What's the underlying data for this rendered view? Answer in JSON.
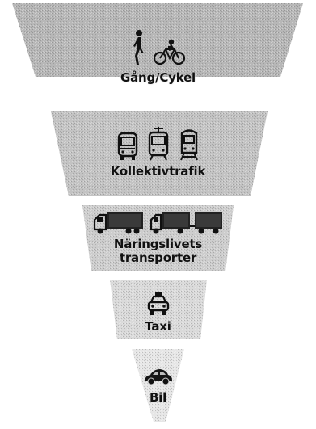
{
  "pyramid": {
    "tiers": [
      {
        "label": "Gång/Cykel",
        "icons": [
          "pedestrian-icon",
          "bicycle-icon"
        ]
      },
      {
        "label": "Kollektivtrafik",
        "icons": [
          "bus-icon",
          "tram-icon",
          "train-icon"
        ]
      },
      {
        "label": "Näringslivets\ntransporter",
        "icons": [
          "truck-icon",
          "truck-trailer-icon"
        ]
      },
      {
        "label": "Taxi",
        "icons": [
          "taxi-icon"
        ]
      },
      {
        "label": "Bil",
        "icons": [
          "car-icon"
        ]
      }
    ],
    "colors": {
      "tier_1": "#b7b7b7",
      "tier_2": "#c3c3c3",
      "tier_3": "#cdcdcd",
      "tier_4": "#dadada",
      "tier_5": "#e6e6e6",
      "icon": "#111111"
    }
  }
}
